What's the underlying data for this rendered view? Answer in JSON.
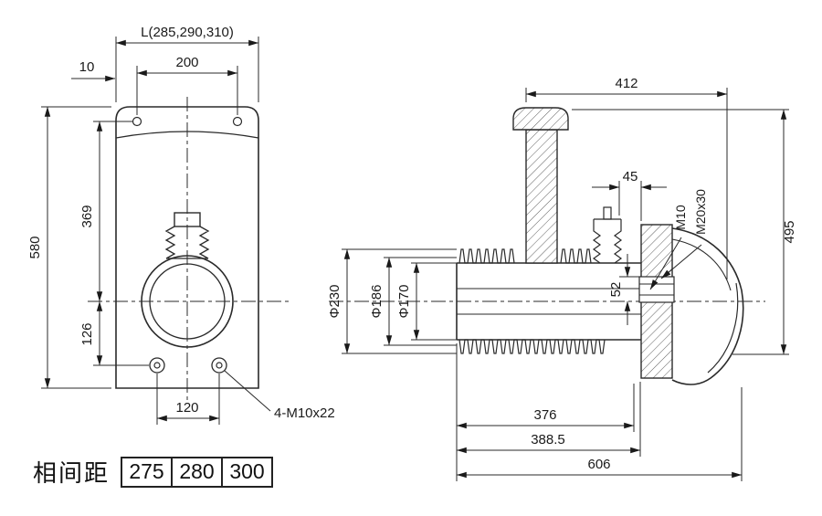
{
  "front_view": {
    "length_label": "L(285,290,310)",
    "dim_offset": "10",
    "dim_hole_spacing": "200",
    "dim_total_height": "580",
    "dim_upper": "369",
    "dim_lower": "126",
    "dim_bottom_holes": "120",
    "bolt_callout": "4-M10x22"
  },
  "section_view": {
    "dim_top_length": "412",
    "dim_45": "45",
    "thread_callout_large": "M20x30",
    "thread_callout_small": "M10",
    "dim_height": "495",
    "dim_52": "52",
    "dia_outer": "Φ230",
    "dia_mid": "Φ186",
    "dia_inner": "Φ170",
    "dim_376": "376",
    "dim_388": "388.5",
    "dim_606": "606"
  },
  "phase_table": {
    "label": "相间距",
    "values": [
      "275",
      "280",
      "300"
    ]
  }
}
